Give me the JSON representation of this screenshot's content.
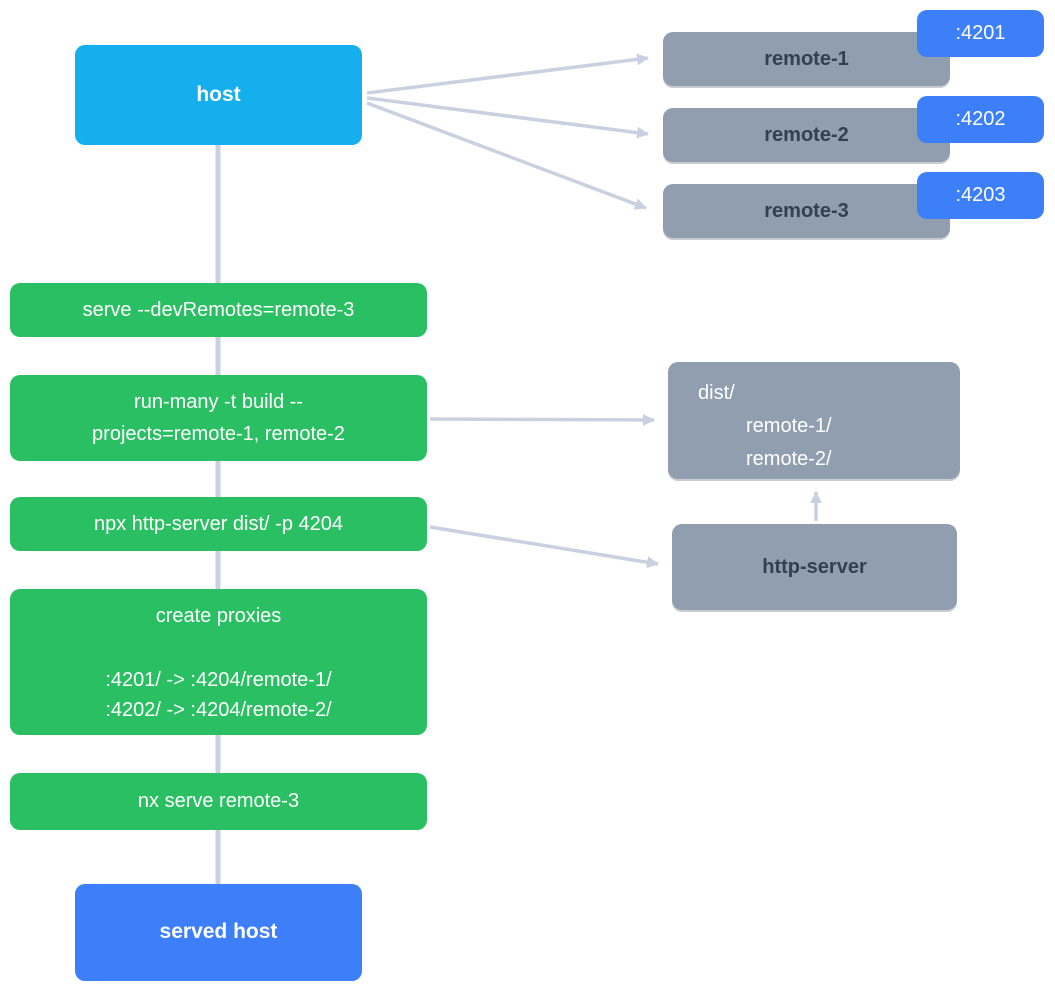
{
  "colors": {
    "host-blue": "#14AFEC",
    "accent-blue": "#3C7FF8",
    "gray": "#909EB0",
    "green": "#29BF62",
    "arrow": "#C9D1E0",
    "dark-text": "#32404F",
    "white-text": "#FFFFFF",
    "bg": "#FFFFFF"
  },
  "diagram": {
    "host": {
      "label": "host"
    },
    "remotes": [
      {
        "label": "remote-1",
        "port": ":4201"
      },
      {
        "label": "remote-2",
        "port": ":4202"
      },
      {
        "label": "remote-3",
        "port": ":4203"
      }
    ],
    "steps": {
      "serve": {
        "label": "serve --devRemotes=remote-3"
      },
      "run_many": {
        "line1": "run-many -t build --",
        "line2": "projects=remote-1, remote-2"
      },
      "http_server_cmd": {
        "label": "npx http-server dist/ -p 4204"
      },
      "proxies": {
        "title": "create proxies",
        "rule1": ":4201/ -> :4204/remote-1/",
        "rule2": ":4202/ -> :4204/remote-2/"
      },
      "nx_serve": {
        "label": "nx serve remote-3"
      }
    },
    "dist": {
      "root": "dist/",
      "child1": "remote-1/",
      "child2": "remote-2/"
    },
    "http_server": {
      "label": "http-server"
    },
    "served_host": {
      "label": "served host"
    }
  }
}
